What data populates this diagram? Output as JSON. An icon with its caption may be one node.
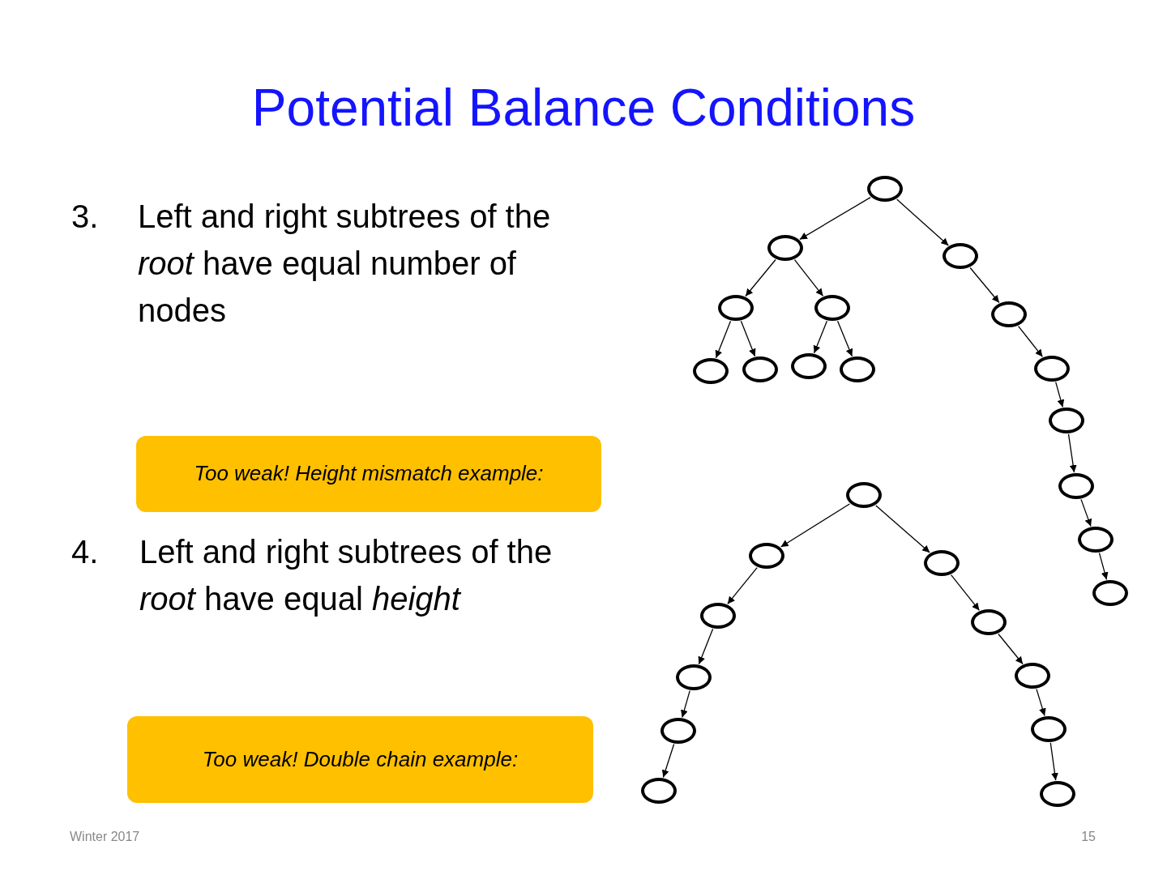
{
  "diagram": {
    "title": "Potential Balance Conditions",
    "nodes": [
      {
        "text": [],
        "shape": "circle"
      },
      {
        "text": [],
        "shape": "circle"
      },
      {
        "text": [],
        "shape": "circle"
      },
      {
        "text": [],
        "shape": "circle"
      },
      {
        "text": [],
        "shape": "circle"
      },
      {
        "text": [],
        "shape": "circle"
      },
      {
        "text": [],
        "shape": "circle"
      },
      {
        "text": [],
        "shape": "circle"
      },
      {
        "text": [],
        "shape": "circle"
      },
      {
        "text": [],
        "shape": "circle"
      },
      {
        "text": [],
        "shape": "circle"
      },
      {
        "text": [],
        "shape": "circle"
      },
      {
        "text": [],
        "shape": "circle"
      },
      {
        "text": [],
        "shape": "circle"
      },
      {
        "text": [],
        "shape": "circle"
      },
      {
        "text": [
          "Too weak! Height mismatch example:"
        ]
      },
      {
        "text": [],
        "shape": "circle"
      },
      {
        "text": [],
        "shape": "circle"
      },
      {
        "text": [],
        "shape": "circle"
      },
      {
        "text": [],
        "shape": "circle"
      },
      {
        "text": [],
        "shape": "circle"
      },
      {
        "text": [],
        "shape": "circle"
      },
      {
        "text": [],
        "shape": "circle"
      },
      {
        "text": [],
        "shape": "circle"
      },
      {
        "text": [],
        "shape": "circle"
      },
      {
        "text": [],
        "shape": "circle"
      },
      {
        "text": [],
        "shape": "circle"
      },
      {
        "text": [
          "Too weak! Double chain example:"
        ]
      }
    ],
    "edges": [
      {
        "from": 0,
        "to": 1,
        "arrow": "to"
      },
      {
        "from": 0,
        "to": 2,
        "arrow": "to"
      },
      {
        "from": 1,
        "to": 3,
        "arrow": "to"
      },
      {
        "from": 1,
        "to": 4,
        "arrow": "to"
      },
      {
        "from": 3,
        "to": 5,
        "arrow": "to"
      },
      {
        "from": 3,
        "to": 6,
        "arrow": "to"
      },
      {
        "from": 4,
        "to": 7,
        "arrow": "to"
      },
      {
        "from": 4,
        "to": 8,
        "arrow": "to"
      },
      {
        "from": 2,
        "to": 9,
        "arrow": "to"
      },
      {
        "from": 9,
        "to": 10,
        "arrow": "to"
      },
      {
        "from": 10,
        "to": 11,
        "arrow": "to"
      },
      {
        "from": 11,
        "to": 12,
        "arrow": "to"
      },
      {
        "from": 12,
        "to": 13,
        "arrow": "to"
      },
      {
        "from": 13,
        "to": 14,
        "arrow": "to"
      },
      {
        "from": 16,
        "to": 17,
        "arrow": "to"
      },
      {
        "from": 16,
        "to": 18,
        "arrow": "to"
      },
      {
        "from": 17,
        "to": 19,
        "arrow": "to"
      },
      {
        "from": 19,
        "to": 20,
        "arrow": "to"
      },
      {
        "from": 20,
        "to": 21,
        "arrow": "to"
      },
      {
        "from": 21,
        "to": 22,
        "arrow": "to"
      },
      {
        "from": 18,
        "to": 23,
        "arrow": "to"
      },
      {
        "from": 23,
        "to": 24,
        "arrow": "to"
      },
      {
        "from": 24,
        "to": 25,
        "arrow": "to"
      },
      {
        "from": 25,
        "to": 26,
        "arrow": "to"
      }
    ],
    "labels": [
      "3.",
      "Left and right subtrees of the *root* have equal number of nodes",
      "4.",
      "Left and right subtrees of the *root* have equal *height*",
      "Winter 2017",
      "15"
    ]
  }
}
